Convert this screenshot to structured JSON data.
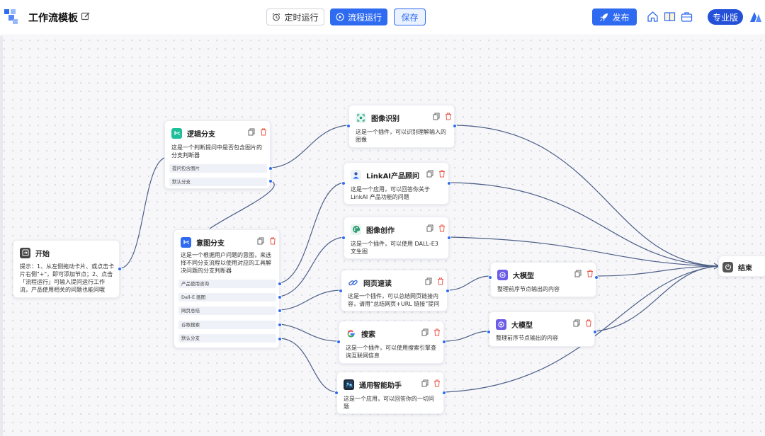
{
  "header": {
    "title": "工作流模板",
    "schedule_label": "定时运行",
    "run_label": "流程运行",
    "save_label": "保存",
    "publish_label": "发布",
    "pro_label": "专业版"
  },
  "colors": {
    "accent": "#2f6bf0",
    "edge": "#4d5f86",
    "delete": "#e8594a"
  },
  "nodes": {
    "start": {
      "title": "开始",
      "desc": "提示：1、从左侧拖动卡片、或点击卡片右侧\"+\"，即可添加节点；2、点击「流程运行」可输入提问运行工作流，产品使用相关的问题也能问哦",
      "icon": "enter-icon"
    },
    "logic": {
      "title": "逻辑分支",
      "desc": "这是一个判断提问中是否包含图片的分支判断器",
      "branches": [
        "提问包含图片",
        "默认分支"
      ],
      "icon": "branch-icon"
    },
    "intent": {
      "title": "意图分支",
      "desc": "这是一个根据用户问题的意图，来选择不同分支流程以使用对应的工具解决问题的分支判断器",
      "branches": [
        "产品使用咨询",
        "Dall-E 画图",
        "网页总结",
        "谷歌搜索",
        "默认分支"
      ],
      "icon": "branch-icon"
    },
    "image_recog": {
      "title": "图像识别",
      "desc": "这是一个插件，可以识别理解输入的图像",
      "icon": "scan-icon"
    },
    "linkai": {
      "title": "LinkAI产品顾问",
      "desc": "这是一个应用，可以回答你关于LinkAI 产品功能的问题",
      "icon": "advisor-icon"
    },
    "image_create": {
      "title": "图像创作",
      "desc": "这是一个插件，可以使用 DALL-E3 文生图",
      "icon": "palette-icon"
    },
    "web_read": {
      "title": "网页速读",
      "desc": "这是一个插件，可以总结网页链接内容，请用“总结网页+URL 链接”提问",
      "icon": "link-icon"
    },
    "search": {
      "title": "搜索",
      "desc": "这是一个插件，可以使用搜索引擎查询互联网信息",
      "icon": "google-icon"
    },
    "assistant": {
      "title": "通用智能助手",
      "desc": "这是一个应用，可以回答你的一切问题",
      "icon": "assistant-icon"
    },
    "llm1": {
      "title": "大模型",
      "desc": "整理前序节点输出的内容",
      "icon": "openai-icon"
    },
    "llm2": {
      "title": "大模型",
      "desc": "整理前序节点输出的内容",
      "icon": "openai-icon"
    },
    "end": {
      "title": "结束",
      "icon": "power-icon"
    }
  }
}
